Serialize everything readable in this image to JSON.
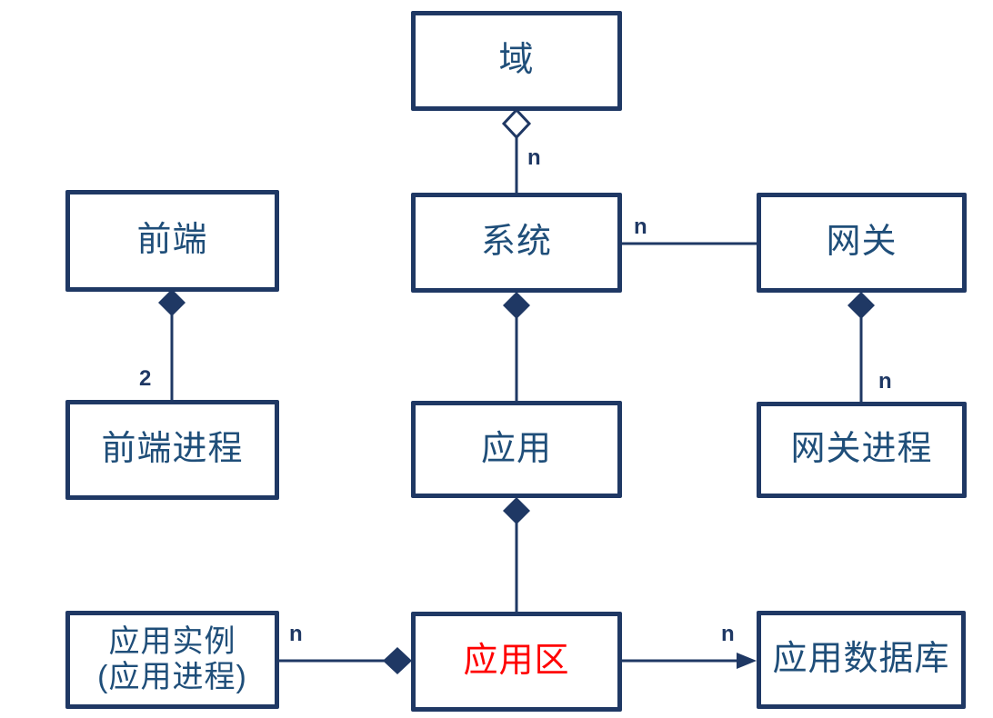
{
  "diagram": {
    "title": "domain-system-application composition diagram",
    "colors": {
      "line_navy": "#1f3864",
      "text_blue": "#1f4e79",
      "highlight_red": "#ff0000",
      "background": "#ffffff"
    },
    "nodes": [
      {
        "id": "domain",
        "label": "域"
      },
      {
        "id": "frontend",
        "label": "前端"
      },
      {
        "id": "system",
        "label": "系统"
      },
      {
        "id": "gateway",
        "label": "网关"
      },
      {
        "id": "frontend-process",
        "label": "前端进程"
      },
      {
        "id": "application",
        "label": "应用"
      },
      {
        "id": "gateway-process",
        "label": "网关进程"
      },
      {
        "id": "app-instance",
        "label_line1": "应用实例",
        "label_line2": "(应用进程)"
      },
      {
        "id": "app-zone",
        "label": "应用区"
      },
      {
        "id": "app-database",
        "label": "应用数据库"
      }
    ],
    "edges": [
      {
        "from": "domain",
        "to": "system",
        "type": "aggregation-hollow-diamond",
        "label": "n"
      },
      {
        "from": "system",
        "to": "gateway",
        "type": "association",
        "label": "n"
      },
      {
        "from": "frontend",
        "to": "frontend-process",
        "type": "composition-filled-diamond",
        "label": "2"
      },
      {
        "from": "system",
        "to": "application",
        "type": "composition-filled-diamond",
        "label": ""
      },
      {
        "from": "gateway",
        "to": "gateway-process",
        "type": "composition-filled-diamond",
        "label": "n"
      },
      {
        "from": "application",
        "to": "app-zone",
        "type": "composition-filled-diamond",
        "label": ""
      },
      {
        "from": "app-instance",
        "to": "app-zone",
        "type": "composition-filled-diamond",
        "label": "n"
      },
      {
        "from": "app-zone",
        "to": "app-database",
        "type": "directed-arrow",
        "label": "n"
      }
    ]
  }
}
